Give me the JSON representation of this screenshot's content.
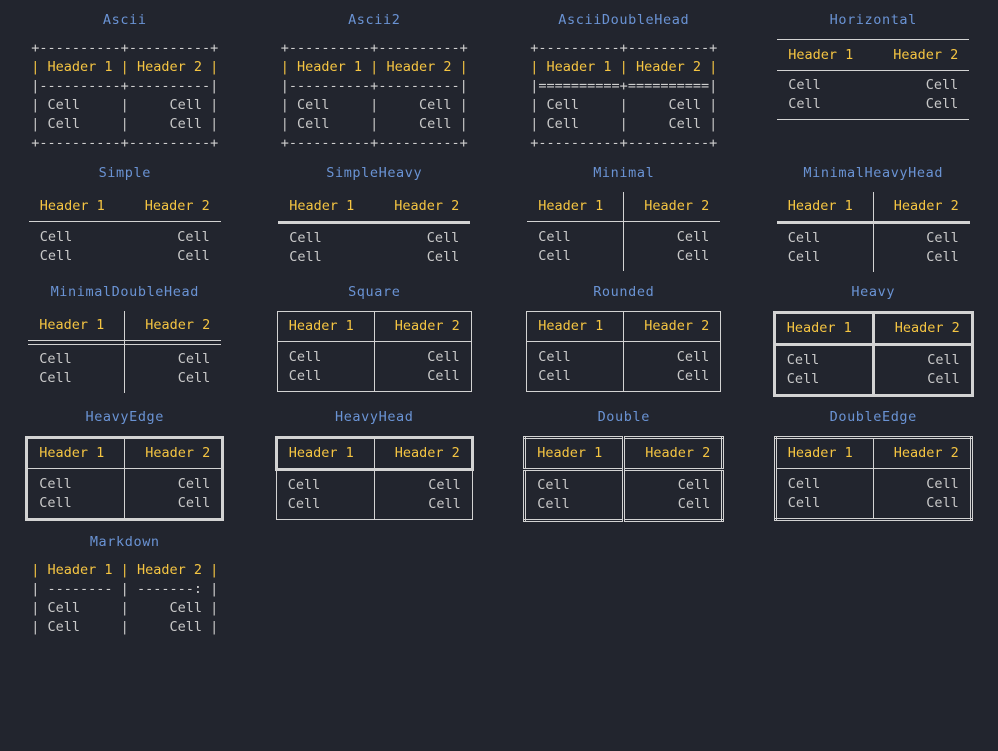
{
  "page": {
    "background_color": "#22252e",
    "title_color": "#6a93d4",
    "header_color": "#f5c542",
    "cell_color": "#c9c9c9",
    "line_color": "#d3d3d3",
    "columns": 4,
    "rows": 5
  },
  "labels": {
    "header1": "Header 1",
    "header2": "Header 2",
    "cell": "Cell"
  },
  "tables": [
    {
      "name": "Ascii",
      "render": "ascii",
      "lines": [
        {
          "text": "+----------+----------+",
          "kind": "rule"
        },
        {
          "text": "| Header 1 | Header 2 |",
          "kind": "header"
        },
        {
          "text": "|----------+----------|",
          "kind": "rule"
        },
        {
          "text": "| Cell     |     Cell |",
          "kind": "body"
        },
        {
          "text": "| Cell     |     Cell |",
          "kind": "body"
        },
        {
          "text": "+----------+----------+",
          "kind": "rule"
        }
      ]
    },
    {
      "name": "Ascii2",
      "render": "ascii",
      "lines": [
        {
          "text": "+----------+----------+",
          "kind": "rule"
        },
        {
          "text": "| Header 1 | Header 2 |",
          "kind": "header"
        },
        {
          "text": "|----------+----------|",
          "kind": "rule"
        },
        {
          "text": "| Cell     |     Cell |",
          "kind": "body"
        },
        {
          "text": "| Cell     |     Cell |",
          "kind": "body"
        },
        {
          "text": "+----------+----------+",
          "kind": "rule"
        }
      ]
    },
    {
      "name": "AsciiDoubleHead",
      "render": "ascii",
      "lines": [
        {
          "text": "+----------+----------+",
          "kind": "rule"
        },
        {
          "text": "| Header 1 | Header 2 |",
          "kind": "header"
        },
        {
          "text": "|==========+==========|",
          "kind": "rule"
        },
        {
          "text": "| Cell     |     Cell |",
          "kind": "body"
        },
        {
          "text": "| Cell     |     Cell |",
          "kind": "body"
        },
        {
          "text": "+----------+----------+",
          "kind": "rule"
        }
      ]
    },
    {
      "name": "Horizontal",
      "render": "box",
      "style": "t-horizontal"
    },
    {
      "name": "Simple",
      "render": "box",
      "style": "t-simple"
    },
    {
      "name": "SimpleHeavy",
      "render": "box",
      "style": "t-simpleheavy"
    },
    {
      "name": "Minimal",
      "render": "box",
      "style": "t-minimal"
    },
    {
      "name": "MinimalHeavyHead",
      "render": "box",
      "style": "t-minimalheavyhead"
    },
    {
      "name": "MinimalDoubleHead",
      "render": "box",
      "style": "t-minimaldoublehead"
    },
    {
      "name": "Square",
      "render": "box",
      "style": "boxed t-square"
    },
    {
      "name": "Rounded",
      "render": "box",
      "style": "boxed t-rounded"
    },
    {
      "name": "Heavy",
      "render": "box",
      "style": "boxed t-heavy"
    },
    {
      "name": "HeavyEdge",
      "render": "box",
      "style": "boxed t-heavyedge"
    },
    {
      "name": "HeavyHead",
      "render": "box",
      "style": "boxed t-heavyhead"
    },
    {
      "name": "Double",
      "render": "box",
      "style": "boxed t-double"
    },
    {
      "name": "DoubleEdge",
      "render": "box",
      "style": "boxed t-doubleedge"
    },
    {
      "name": "Markdown",
      "render": "ascii",
      "lines": [
        {
          "text": "| Header 1 | Header 2 |",
          "kind": "header"
        },
        {
          "text": "| -------- | -------: |",
          "kind": "rule"
        },
        {
          "text": "| Cell     |     Cell |",
          "kind": "body"
        },
        {
          "text": "| Cell     |     Cell |",
          "kind": "body"
        }
      ]
    }
  ]
}
